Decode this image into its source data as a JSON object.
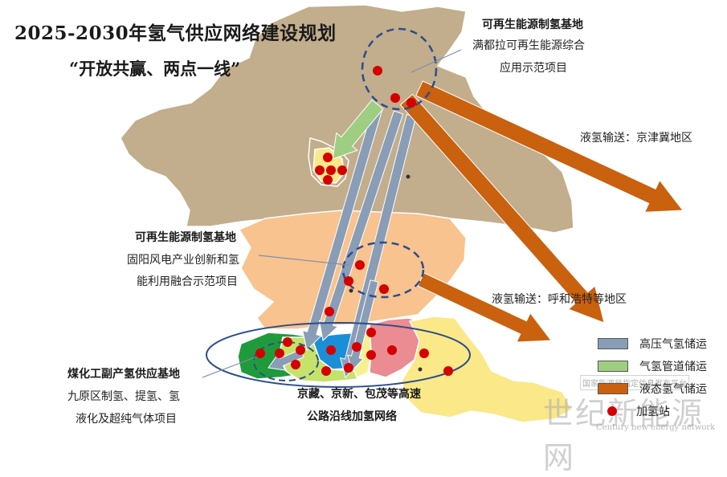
{
  "title": "2025-2030年氢气供应网络建设规划",
  "subtitle": "“开放共赢、两点一线”",
  "annotations": {
    "north_base_title": "可再生能源制氢基地",
    "north_base_line1": "满都拉可再生能源综合",
    "north_base_line2": "应用示范项目",
    "liquid_east": "液氢输送：京津冀地区",
    "middle_base_title": "可再生能源制氢基地",
    "middle_base_line1": "固阳风电产业创新和氢",
    "middle_base_line2": "能利用融合示范项目",
    "liquid_south": "液氢输送：呼和浩特等地区",
    "coal_base_title": "煤化工副产氢供应基地",
    "coal_base_line1": "九原区制氢、提氢、氢",
    "coal_base_line2": "液化及超纯气体项目",
    "highway_line1": "京藏、京新、包茂等高速",
    "highway_line2": "公路沿线加氢网络"
  },
  "legend": {
    "high_pressure": "高压气氢储运",
    "pipeline": "气氢管道储运",
    "liquid": "液态氢气储运",
    "station": "加氢站"
  },
  "colors": {
    "north_region": "#c2ad8c",
    "middle_region": "#f8c38e",
    "south_west_green": "#1f9b3c",
    "south_blue": "#1b8fd6",
    "south_light_green": "#c5e26b",
    "south_pink": "#eb8b92",
    "south_yellow": "#f7f091",
    "east_yellow": "#fae889",
    "arrow_high_pressure": "#8a9db6",
    "arrow_pipeline": "#9fce82",
    "arrow_liquid": "#c9610f",
    "station_dot": "#d40000",
    "ellipse_outline": "#2a4d8c"
  },
  "watermark": {
    "cn": "世纪新能源网",
    "en": "Century new energy network",
    "small": "国家能源局指定信息发布平台"
  }
}
